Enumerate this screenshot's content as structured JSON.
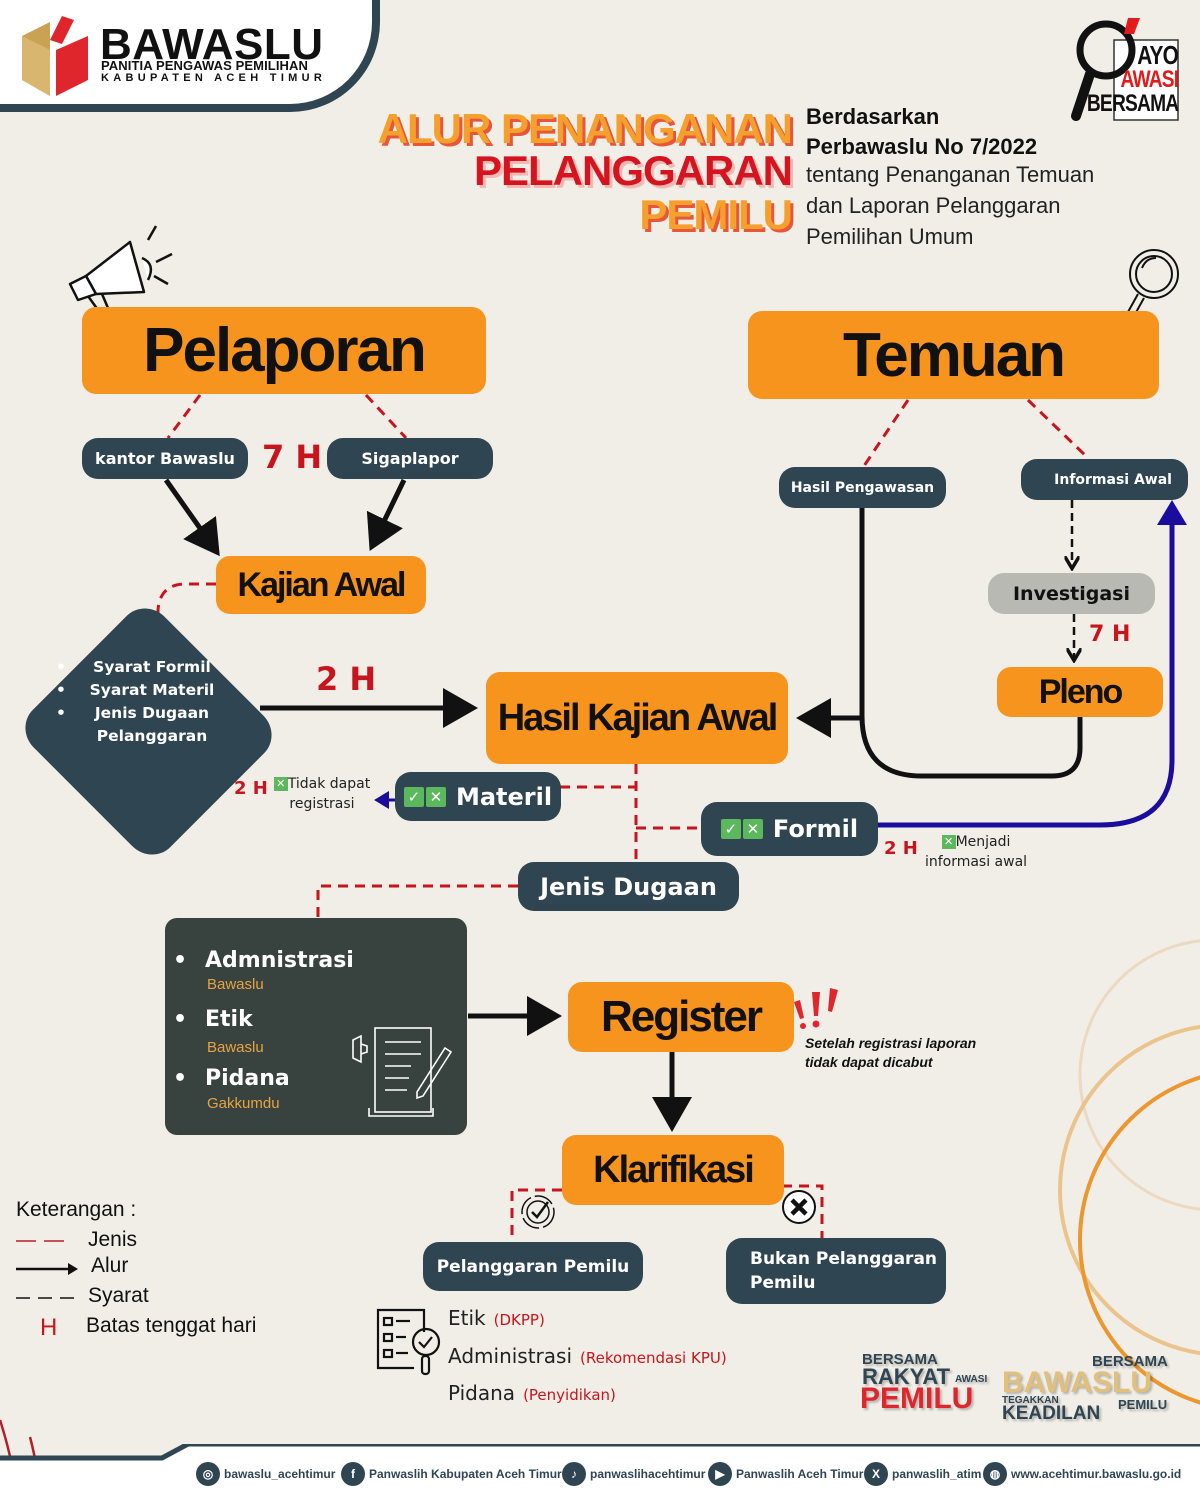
{
  "header": {
    "logo_title": "BAWASLU",
    "logo_subtitle_1": "PANITIA PENGAWAS PEMILIHAN",
    "logo_subtitle_2": "KABUPATEN ACEH TIMUR",
    "title_line_1": "ALUR PENANGANAN",
    "title_line_2": "PELANGGARAN",
    "title_line_3": "PEMILU",
    "basis_line_1": "Berdasarkan",
    "basis_line_2": "Perbawaslu No 7/2022",
    "basis_line_3": "tentang Penanganan Temuan",
    "basis_line_4": "dan Laporan Pelanggaran",
    "basis_line_5": "Pemilihan Umum",
    "badge": {
      "line_1": "AYO",
      "line_2": "AWASI",
      "line_3": "BERSAMA"
    }
  },
  "flow": {
    "pelaporan": "Pelaporan",
    "temuan": "Temuan",
    "kantor_bawaslu": "kantor Bawaslu",
    "sigaplapor": "Sigaplapor",
    "deadline_pelaporan": "7 H",
    "kajian_awal": "Kajian Awal",
    "syarat": [
      "Syarat Formil",
      "Syarat Materil",
      "Jenis Dugaan Pelanggaran"
    ],
    "deadline_kajian": "2 H",
    "hasil_kajian_awal": "Hasil Kajian Awal",
    "hasil_pengawasan": "Hasil Pengawasan",
    "informasi_awal": "Informasi Awal",
    "investigasi": "Investigasi",
    "deadline_investigasi": "7 H",
    "pleno": "Pleno",
    "materil": "Materil",
    "materil_deadline": "2 H",
    "materil_note_1": "Tidak dapat",
    "materil_note_2": "registrasi",
    "formil": "Formil",
    "formil_deadline": "2 H",
    "formil_note_1": "Menjadi",
    "formil_note_2": "informasi awal",
    "check_glyph": "✓",
    "x_glyph": "✕",
    "jenis_dugaan": "Jenis Dugaan",
    "jenis_list": [
      {
        "label": "Admnistrasi",
        "by": "Bawaslu"
      },
      {
        "label": "Etik",
        "by": "Bawaslu"
      },
      {
        "label": "Pidana",
        "by": "Gakkumdu"
      }
    ],
    "register": "Register",
    "register_note_1": "Setelah registrasi laporan",
    "register_note_2": "tidak dapat dicabut",
    "klarifikasi": "Klarifikasi",
    "pelanggaran_pemilu": "Pelanggaran Pemilu",
    "bukan_pelanggaran_1": "Bukan Pelanggaran",
    "bukan_pelanggaran_2": "Pemilu",
    "outcomes": [
      {
        "label": "Etik",
        "handler": "(DKPP)"
      },
      {
        "label": "Administrasi",
        "handler": "(Rekomendasi KPU)"
      },
      {
        "label": "Pidana",
        "handler": "(Penyidikan)"
      }
    ]
  },
  "legend": {
    "title": "Keterangan :",
    "items": [
      {
        "symbol": "red-dash",
        "label": "Jenis"
      },
      {
        "symbol": "arrow",
        "label": "Alur"
      },
      {
        "symbol": "black-dash",
        "label": "Syarat"
      },
      {
        "symbol": "H",
        "label": "Batas tenggat hari"
      }
    ]
  },
  "slogans": {
    "left_1": "BERSAMA",
    "left_2": "RAKYAT",
    "left_3": "AWASI",
    "left_4": "PEMILU",
    "right_1": "BERSAMA",
    "right_2": "BAWASLU",
    "right_3": "TEGAKKAN",
    "right_4": "KEADILAN",
    "right_5": "PEMILU"
  },
  "footer": {
    "socials": [
      {
        "icon": "instagram-icon",
        "glyph": "◎",
        "label": "bawaslu_acehtimur"
      },
      {
        "icon": "facebook-icon",
        "glyph": "f",
        "label": "Panwaslih Kabupaten Aceh Timur"
      },
      {
        "icon": "tiktok-icon",
        "glyph": "♪",
        "label": "panwaslihacehtimur"
      },
      {
        "icon": "youtube-icon",
        "glyph": "▶",
        "label": "Panwaslih Aceh Timur"
      },
      {
        "icon": "x-icon",
        "glyph": "X",
        "label": "panwaslih_atim"
      },
      {
        "icon": "globe-icon",
        "glyph": "◍",
        "label": "www.acehtimur.bawaslu.go.id"
      }
    ]
  },
  "colors": {
    "background": "#f1eee7",
    "orange": "#f7941d",
    "dark_slate": "#2f4552",
    "red": "#c8141c",
    "blue_arrow": "#1a0d9e",
    "check_green": "#5cb85c"
  }
}
